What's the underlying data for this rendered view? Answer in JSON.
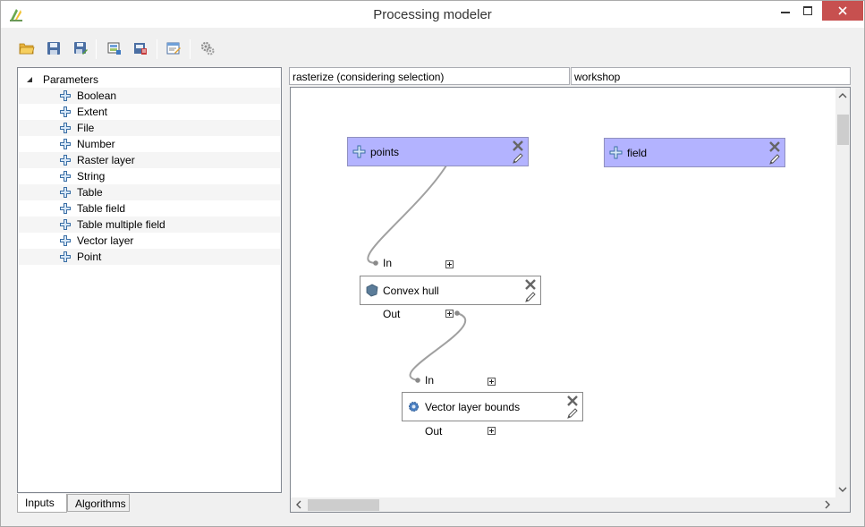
{
  "window": {
    "title": "Processing modeler"
  },
  "toolbar": {
    "buttons": [
      {
        "name": "open-model",
        "icon": "folder-open-icon"
      },
      {
        "name": "save-model",
        "icon": "save-icon"
      },
      {
        "name": "save-model-as",
        "icon": "save-as-icon"
      },
      {
        "name": "export-image",
        "icon": "export-image-icon"
      },
      {
        "name": "export-python",
        "icon": "export-python-icon"
      },
      {
        "name": "edit-help",
        "icon": "edit-help-icon"
      },
      {
        "name": "run-model",
        "icon": "run-gears-icon"
      }
    ]
  },
  "inputs_tree": {
    "root_label": "Parameters",
    "items": [
      {
        "label": "Boolean"
      },
      {
        "label": "Extent"
      },
      {
        "label": "File"
      },
      {
        "label": "Number"
      },
      {
        "label": "Raster layer"
      },
      {
        "label": "String"
      },
      {
        "label": "Table"
      },
      {
        "label": "Table field"
      },
      {
        "label": "Table multiple field"
      },
      {
        "label": "Vector layer"
      },
      {
        "label": "Point"
      }
    ]
  },
  "tabs": [
    {
      "label": "Inputs",
      "active": true
    },
    {
      "label": "Algorithms",
      "active": false
    }
  ],
  "model": {
    "name": "rasterize (considering selection)",
    "group": "workshop"
  },
  "canvas": {
    "param_nodes": [
      {
        "label": "points"
      },
      {
        "label": "field"
      }
    ],
    "alg_nodes": [
      {
        "label": "Convex hull",
        "in_label": "In",
        "out_label": "Out"
      },
      {
        "label": "Vector layer bounds",
        "in_label": "In",
        "out_label": "Out"
      }
    ]
  },
  "colors": {
    "param_node_fill": "#b3b3ff",
    "close_button": "#c7504f",
    "link_line": "#a0a0a0"
  }
}
